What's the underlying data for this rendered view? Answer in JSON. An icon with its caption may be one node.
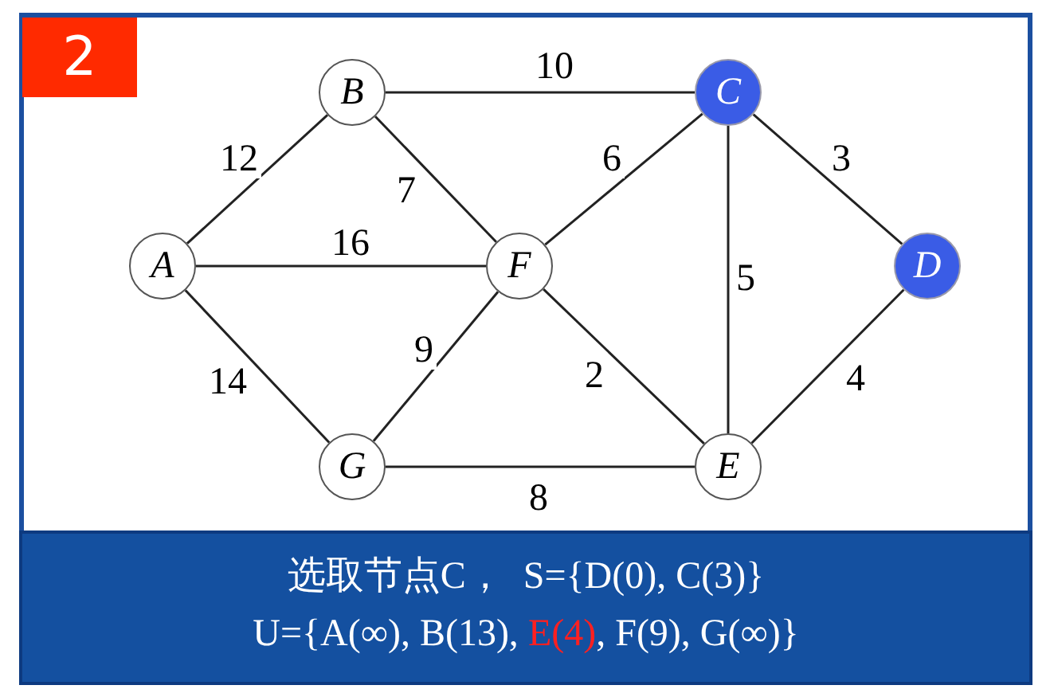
{
  "diagram": {
    "nodes": [
      {
        "text": [
          "A"
        ]
      },
      {
        "text": [
          "B"
        ]
      },
      {
        "text": [
          "C"
        ]
      },
      {
        "text": [
          "D"
        ]
      },
      {
        "text": [
          "E"
        ]
      },
      {
        "text": [
          "F"
        ]
      },
      {
        "text": [
          "G"
        ]
      }
    ],
    "edges": [
      {
        "from": 0,
        "to": 1,
        "arrow": "none",
        "label": "12"
      },
      {
        "from": 1,
        "to": 2,
        "arrow": "none",
        "label": "10"
      },
      {
        "from": 1,
        "to": 5,
        "arrow": "none",
        "label": "7"
      },
      {
        "from": 0,
        "to": 5,
        "arrow": "none",
        "label": "16"
      },
      {
        "from": 5,
        "to": 2,
        "arrow": "none",
        "label": "6"
      },
      {
        "from": 2,
        "to": 4,
        "arrow": "none",
        "label": "5"
      },
      {
        "from": 2,
        "to": 3,
        "arrow": "none",
        "label": "3"
      },
      {
        "from": 3,
        "to": 4,
        "arrow": "none",
        "label": "4"
      },
      {
        "from": 5,
        "to": 4,
        "arrow": "none",
        "label": "2"
      },
      {
        "from": 5,
        "to": 6,
        "arrow": "none",
        "label": "9"
      },
      {
        "from": 0,
        "to": 6,
        "arrow": "none",
        "label": "14"
      },
      {
        "from": 6,
        "to": 4,
        "arrow": "none",
        "label": "8"
      }
    ],
    "labels": [
      "2",
      "选取节点C，  S={D(0), C(3)}",
      "U={A(∞), B(13),",
      "E(4)",
      ", F(9), G(∞)}"
    ]
  }
}
